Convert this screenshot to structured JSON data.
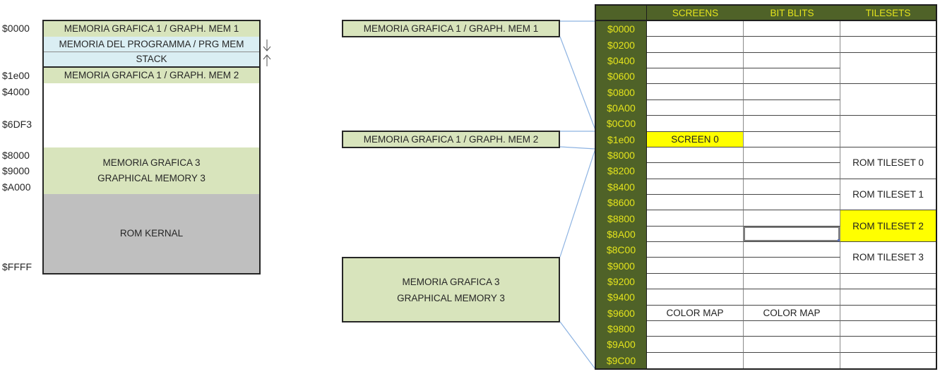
{
  "colors": {
    "table_header_bg": "#4f6228",
    "table_header_text": "#e4e41c",
    "graphics_memory": "#d8e4bc",
    "program_memory": "#daeef3",
    "rom": "#bfbfbf",
    "highlight": "#ffff00",
    "connector": "#8db3e2"
  },
  "memory_map": {
    "address_labels": [
      "$0000",
      "$1e00",
      "$4000",
      "$6DF3",
      "$8000",
      "$9000",
      "$A000",
      "$FFFF"
    ],
    "blocks": {
      "graph_mem_1": [
        "MEMORIA GRAFICA 1 / GRAPH. MEM 1"
      ],
      "program_mem": [
        "MEMORIA DEL PROGRAMMA / PRG MEM"
      ],
      "stack": [
        "STACK"
      ],
      "graph_mem_2": [
        "MEMORIA GRAFICA 1 / GRAPH. MEM 2"
      ],
      "graph_mem_3": [
        "MEMORIA GRAFICA 3",
        "GRAPHICAL MEMORY 3"
      ],
      "rom_kernal": [
        "ROM KERNAL"
      ]
    },
    "arrows": {
      "program_growth": "down",
      "stack_growth": "up"
    }
  },
  "callouts": [
    {
      "lines": [
        "MEMORIA GRAFICA 1 / GRAPH. MEM 1"
      ],
      "maps_to": [
        "$0000",
        "$0C00"
      ]
    },
    {
      "lines": [
        "MEMORIA GRAFICA 1 / GRAPH. MEM 2"
      ],
      "maps_to": [
        "$1e00"
      ]
    },
    {
      "lines": [
        "MEMORIA GRAFICA 3",
        "GRAPHICAL MEMORY 3"
      ],
      "maps_to": [
        "$8000",
        "$9C00"
      ]
    }
  ],
  "bank_table": {
    "headers": [
      "",
      "SCREENS",
      "BIT BLITS",
      "TILESETS"
    ],
    "addresses": [
      "$0000",
      "$0200",
      "$0400",
      "$0600",
      "$0800",
      "$0A00",
      "$0C00",
      "$1e00",
      "$8000",
      "$8200",
      "$8400",
      "$8600",
      "$8800",
      "$8A00",
      "$8C00",
      "$9000",
      "$9200",
      "$9400",
      "$9600",
      "$9800",
      "$9A00",
      "$9C00"
    ],
    "screens": [
      "",
      "",
      "",
      "",
      "",
      "",
      "",
      "SCREEN 0",
      "",
      "",
      "",
      "",
      "",
      "",
      "",
      "",
      "",
      "",
      "COLOR MAP",
      "",
      "",
      ""
    ],
    "bit_blits": [
      "",
      "",
      "",
      "",
      "",
      "",
      "",
      "",
      "",
      "",
      "",
      "",
      "",
      "",
      "",
      "",
      "",
      "",
      "COLOR MAP",
      "",
      "",
      ""
    ],
    "tilesets": [
      {
        "text": "",
        "rows": 1
      },
      {
        "text": "",
        "rows": 1
      },
      {
        "text": "",
        "rows": 2
      },
      {
        "text": "",
        "rows": 2
      },
      {
        "text": "",
        "rows": 2
      },
      {
        "text": "ROM TILESET 0",
        "rows": 2
      },
      {
        "text": "ROM TILESET 1",
        "rows": 2
      },
      {
        "text": "ROM TILESET 2",
        "rows": 2
      },
      {
        "text": "ROM TILESET 3",
        "rows": 2
      },
      {
        "text": "",
        "rows": 1
      },
      {
        "text": "",
        "rows": 1
      },
      {
        "text": "",
        "rows": 1
      },
      {
        "text": "",
        "rows": 1
      },
      {
        "text": "",
        "rows": 1
      },
      {
        "text": "",
        "rows": 1
      }
    ],
    "highlights": [
      {
        "column": "screens",
        "address": "$1e00"
      },
      {
        "column": "tilesets",
        "address": "$8800"
      }
    ],
    "selected_cell": {
      "column": "bit_blits",
      "address": "$8A00"
    }
  }
}
